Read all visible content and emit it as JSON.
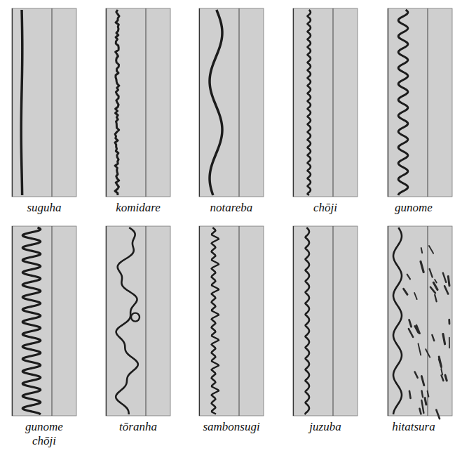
{
  "diagram": {
    "labels": [
      "suguha",
      "komidare",
      "notareba",
      "chōji",
      "gunome",
      "gunome chōji",
      "tōranha",
      "sambonsugi",
      "juzuba",
      "hitatsura"
    ]
  }
}
